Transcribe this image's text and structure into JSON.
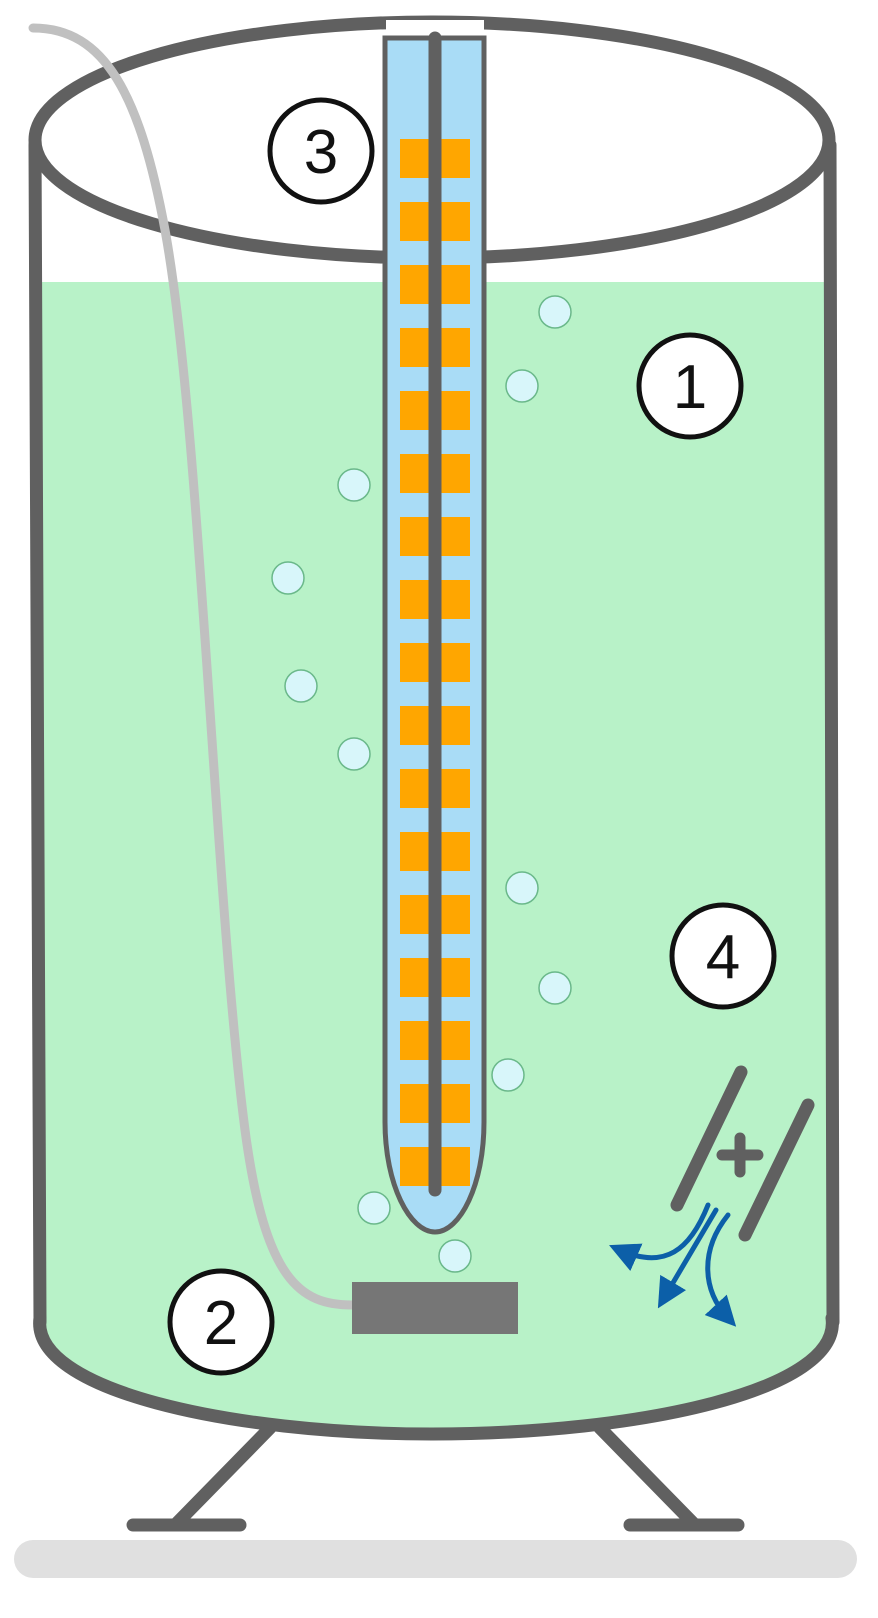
{
  "diagram": {
    "labels": {
      "liquid": "1",
      "sparger": "2",
      "lamp": "3",
      "electrodes": "4"
    },
    "colors": {
      "vessel_stroke": "#606060",
      "liquid": "#b8f2c8",
      "sleeve": "#a9dcf6",
      "lamp_segment": "#ffa600",
      "bubble_fill": "#d8f6fa",
      "bubble_stroke": "#6ab88a",
      "tube": "#c0c0c0",
      "sparger": "#767676",
      "arrows": "#0c5fa8",
      "floor": "#e0e0e0"
    },
    "icons": [
      "plus-icon",
      "flow-arrow-icon"
    ]
  }
}
